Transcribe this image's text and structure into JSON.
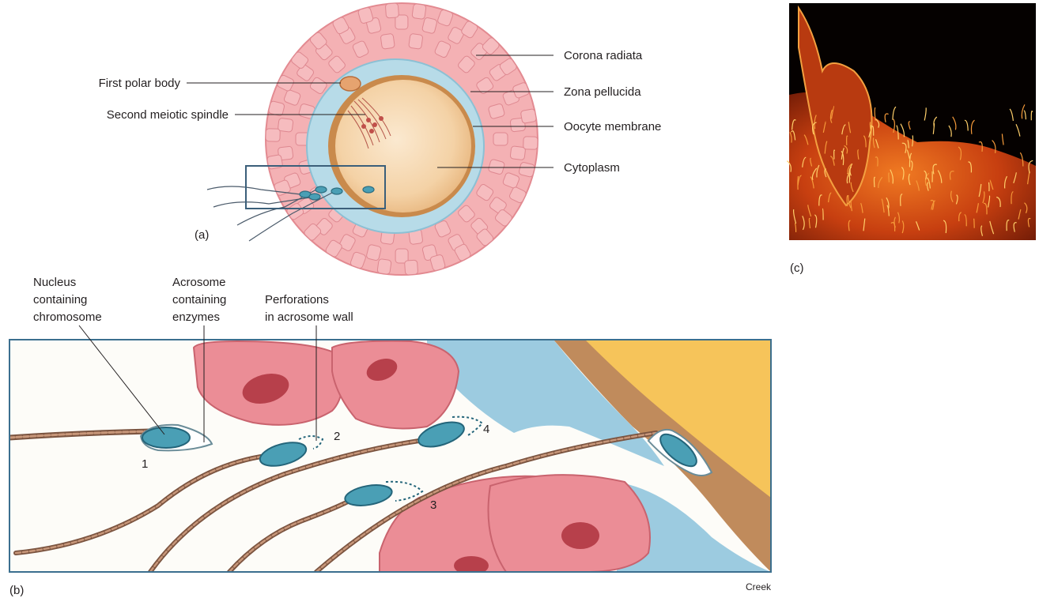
{
  "panel_a": {
    "panel_label": "(a)",
    "labels": {
      "corona_radiata": "Corona radiata",
      "zona_pellucida": "Zona pellucida",
      "oocyte_membrane": "Oocyte membrane",
      "cytoplasm": "Cytoplasm",
      "first_polar_body": "First polar body",
      "second_meiotic_spindle": "Second meiotic spindle"
    }
  },
  "panel_b": {
    "panel_label": "(b)",
    "labels": {
      "nucleus_line1": "Nucleus",
      "nucleus_line2": "containing",
      "nucleus_line3": "chromosome",
      "acrosome_line1": "Acrosome",
      "acrosome_line2": "containing",
      "acrosome_line3": "enzymes",
      "perforations_line1": "Perforations",
      "perforations_line2": "in acrosome wall"
    },
    "step_numbers": [
      "1",
      "2",
      "3",
      "4"
    ],
    "credit": "Creek"
  },
  "panel_c": {
    "panel_label": "(c)"
  },
  "colors": {
    "corona_cells": "#f2a7ab",
    "zona_pellucida": "#a9d3e3",
    "oocyte_membrane": "#c98a4c",
    "cytoplasm": "#f7dcb8",
    "sperm_head": "#4a9fb5",
    "sperm_tail": "#b07d5c",
    "yolk": "#f6c45a",
    "micrograph_bg": "#c2380d"
  }
}
